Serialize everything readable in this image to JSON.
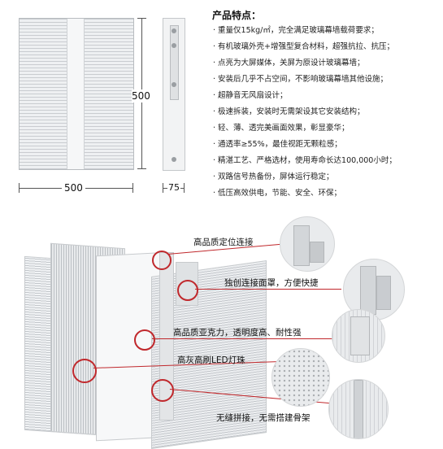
{
  "dimensions": {
    "width_label": "500",
    "height_label": "500",
    "depth_label": "75"
  },
  "features": {
    "title": "产品特点：",
    "items": [
      "· 重量仅15kg/㎡，完全满足玻璃幕墙载荷要求；",
      "· 有机玻璃外壳+增强型复合材料，超强抗拉、抗压；",
      "· 点亮为大屏媒体，关屏为原设计玻璃幕墙；",
      "· 安装后几乎不占空间，不影响玻璃幕墙其他设施；",
      "· 超静音无风扇设计；",
      "· 极速拆装，安装时无需架设其它安装结构；",
      "· 轻、薄、透完美画面效果，彰显豪华；",
      "· 通透率≥55%，最佳视距无颗粒感；",
      "· 精湛工艺、严格选材，使用寿命长达100,000小时；",
      "· 双路信号热备份，屏体运行稳定；",
      "· 低压高效供电，节能、安全、环保；"
    ]
  },
  "callouts": [
    "高品质定位连接",
    "独创连接面罩，方便快捷",
    "高品质亚克力，透明度高、耐性强",
    "高灰高刷LED灯珠",
    "无缝拼接，无需搭建骨架"
  ],
  "colors": {
    "accent": "#c0282c",
    "panel": "#eef0f2",
    "line": "#555555"
  }
}
